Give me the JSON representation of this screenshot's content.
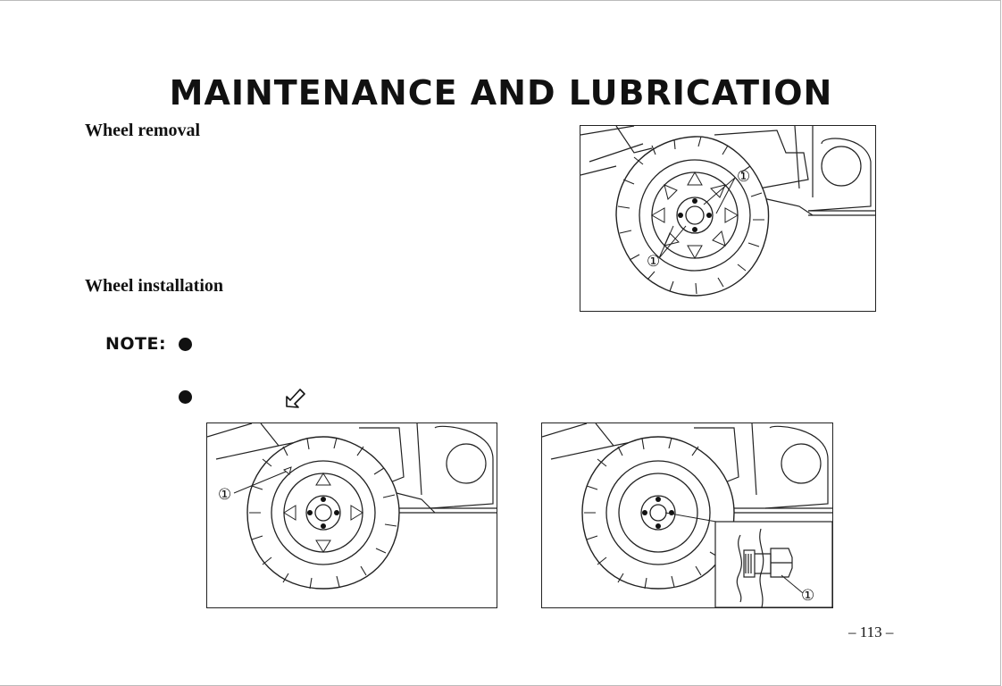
{
  "page": {
    "title": "MAINTENANCE AND LUBRICATION",
    "page_number": "– 113 –"
  },
  "sections": {
    "wheel_removal": "Wheel removal",
    "wheel_installation": "Wheel installation"
  },
  "note": {
    "label": "NOTE:"
  },
  "figures": {
    "removal_callouts": [
      "①",
      "①"
    ],
    "install_left_callout": "①",
    "install_right_callout": "①"
  },
  "icons": {
    "bullet": "bullet-icon",
    "arrow": "arrow-mark-icon"
  }
}
